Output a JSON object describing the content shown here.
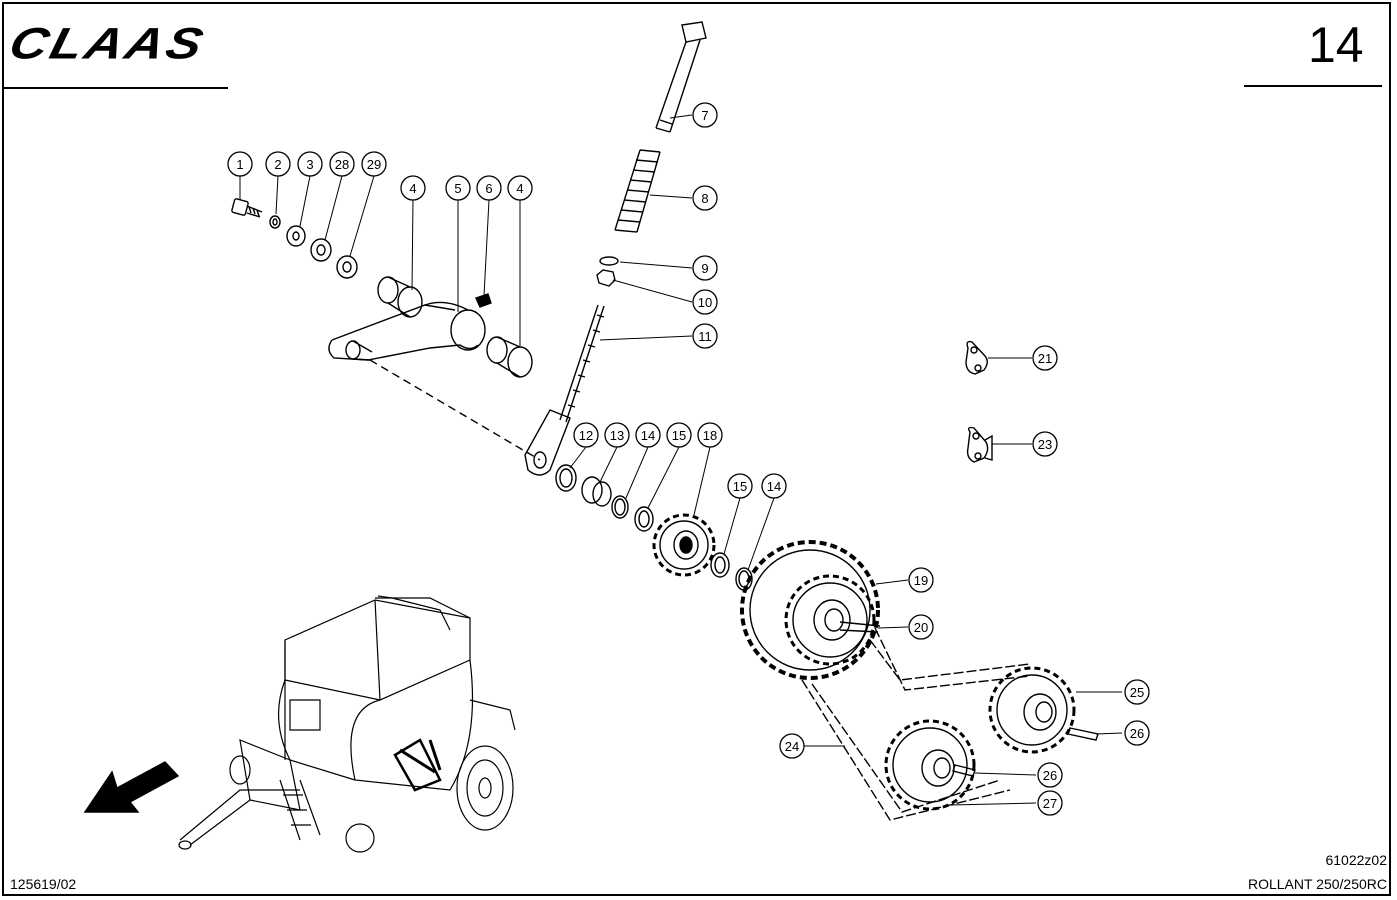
{
  "header": {
    "brand": "CLAAS",
    "page_number": "14"
  },
  "footer": {
    "doc_number": "125619/02",
    "drawing_code": "61022z02",
    "model": "ROLLANT 250/250RC"
  },
  "callouts": {
    "c1": "1",
    "c2": "2",
    "c3": "3",
    "c28": "28",
    "c29": "29",
    "c4a": "4",
    "c5": "5",
    "c6": "6",
    "c4b": "4",
    "c7": "7",
    "c8": "8",
    "c9": "9",
    "c10": "10",
    "c11": "11",
    "c12": "12",
    "c13": "13",
    "c14a": "14",
    "c15a": "15",
    "c18": "18",
    "c15b": "15",
    "c14b": "14",
    "c19": "19",
    "c20": "20",
    "c21": "21",
    "c23": "23",
    "c24": "24",
    "c25": "25",
    "c26a": "26",
    "c26b": "26",
    "c27": "27"
  }
}
